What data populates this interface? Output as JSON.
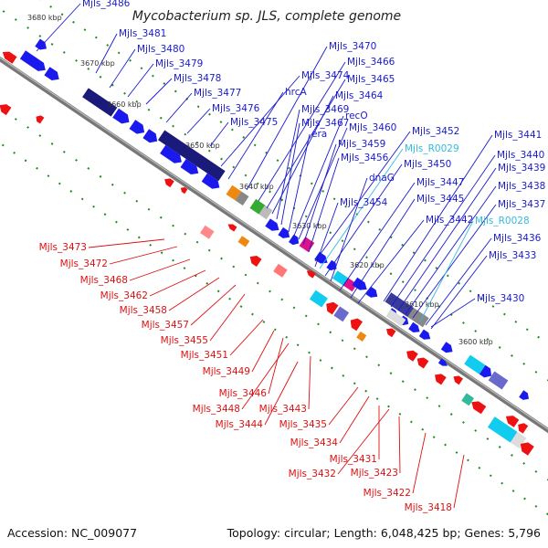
{
  "title": "Mycobacterium sp. JLS, complete genome",
  "footer": {
    "accession": "Accession: NC_009077",
    "summary": "Topology: circular; Length: 6,048,425 bp; Genes: 5,796"
  },
  "colors": {
    "forward": "#1a1aee",
    "reverse": "#ee1111",
    "rna": "#33bbdd",
    "backbone": "#777777",
    "ticks": "#228822"
  },
  "ticks": [
    "3680 kbp",
    "3670 kbp",
    "3660 kbp",
    "3650 kbp",
    "3640 kbp",
    "3630 kbp",
    "3620 kbp",
    "3610 kbp",
    "3600 kbp"
  ],
  "forward_labels": [
    "Mjls_3486",
    "Mjls_3481",
    "Mjls_3480",
    "Mjls_3479",
    "Mjls_3478",
    "Mjls_3477",
    "Mjls_3476",
    "Mjls_3475",
    "Mjls_3474",
    "hrcA",
    "Mjls_3470",
    "Mjls_3466",
    "Mjls_3465",
    "Mjls_3464",
    "Mjls_3469",
    "Mjls_3467",
    "era",
    "recO",
    "Mjls_3460",
    "Mjls_3459",
    "Mjls_3456",
    "Mjls_3452",
    "Mjls_R0029",
    "Mjls_3450",
    "dnaG",
    "Mjls_3447",
    "Mjls_3454",
    "Mjls_3445",
    "Mjls_3442",
    "Mjls_3441",
    "Mjls_3440",
    "Mjls_3439",
    "Mjls_3438",
    "Mjls_3437",
    "Mjls_R0028",
    "Mjls_3436",
    "Mjls_3433",
    "Mjls_3430"
  ],
  "reverse_labels": [
    "Mjls_3473",
    "Mjls_3472",
    "Mjls_3468",
    "Mjls_3462",
    "Mjls_3458",
    "Mjls_3457",
    "Mjls_3455",
    "Mjls_3451",
    "Mjls_3449",
    "Mjls_3446",
    "Mjls_3448",
    "Mjls_3443",
    "Mjls_3444",
    "Mjls_3435",
    "Mjls_3434",
    "Mjls_3431",
    "Mjls_3432",
    "Mjls_3423",
    "Mjls_3422",
    "Mjls_3418"
  ]
}
